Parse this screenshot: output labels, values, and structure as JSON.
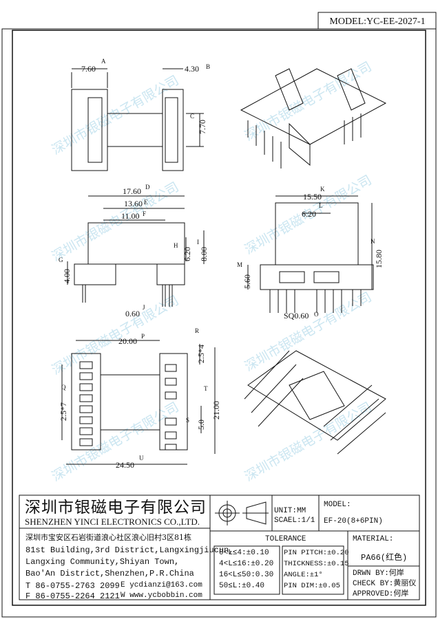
{
  "header": {
    "model_code": "MODEL:YC-EE-2027-1"
  },
  "watermark": "深圳市银磁电子有限公司",
  "dimensions": {
    "A": {
      "letter": "A",
      "value": "7.60"
    },
    "B": {
      "letter": "B",
      "value": "4.30"
    },
    "C": {
      "letter": "C",
      "value": "7.70"
    },
    "D": {
      "letter": "D",
      "value": "17.60"
    },
    "E": {
      "letter": "E",
      "value": "13.60"
    },
    "F": {
      "letter": "F",
      "value": "11.00"
    },
    "G": {
      "letter": "G",
      "value": "4.00"
    },
    "H": {
      "letter": "H",
      "value": "6.20"
    },
    "I": {
      "letter": "I",
      "value": "8.00"
    },
    "J": {
      "letter": "J",
      "value": "0.60"
    },
    "K": {
      "letter": "K",
      "value": "15.50"
    },
    "L": {
      "letter": "L",
      "value": "6.20"
    },
    "M": {
      "letter": "M",
      "value": "5.60"
    },
    "N": {
      "letter": "N",
      "value": "15.80"
    },
    "O": {
      "letter": "O",
      "value": "SQ0.60"
    },
    "P": {
      "letter": "P",
      "value": "20.00"
    },
    "Q": {
      "letter": "Q",
      "value": "2.5*7"
    },
    "R": {
      "letter": "R",
      "value": "2.5*4"
    },
    "S": {
      "letter": "S",
      "value": "5.0"
    },
    "T": {
      "letter": "T",
      "value": "21.00"
    },
    "U": {
      "letter": "U",
      "value": "24.50"
    }
  },
  "title_block": {
    "company_cn": "深圳市银磁电子有限公司",
    "company_en": "SHENZHEN YINCI ELECTRONICS CO.,LTD.",
    "address_cn": "深圳市宝安区石岩街道浪心社区浪心旧村3区81栋",
    "address_en": [
      "81st Building,3rd District,Langxingjiucun,",
      "Langxing Community,Shiyan Town,",
      "Bao'An District,Shenzhen,P.R.China"
    ],
    "tel": "T 86-0755-2763 2099",
    "fax": "F 86-0755-2264 2121",
    "email": "E ycdianzi@163.com",
    "web": "W www.ycbobbin.com",
    "unit": "UNIT:MM",
    "scale": "SCAEL:1/1",
    "model_label": "MODEL:",
    "model_value": "EF-20(8+6PIN)",
    "tolerance_title": "TOLERANCE",
    "tolerance_left": [
      "0<L≤4:±0.10",
      "4<L≤16:±0.20",
      "16<L≤50:0.30",
      "50≤L:±0.40"
    ],
    "tolerance_right": [
      "PIN PITCH:±0.20",
      "THICKNESS:±0.15",
      "ANGLE:±1°",
      "PIN DIM:±0.05"
    ],
    "material_label": "MATERIAL:",
    "material_value": "PA66(红色)",
    "drawn_by": "DRWN BY:何岸",
    "check_by": "CHECK BY:黄丽仪",
    "approved": "APPROVED:何岸"
  }
}
